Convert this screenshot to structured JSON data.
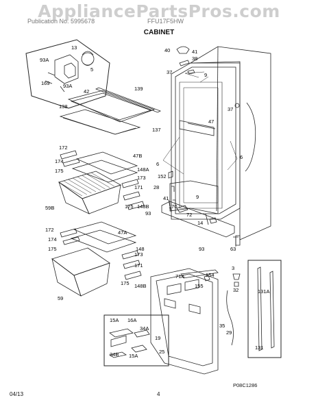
{
  "watermark": "AppliancePartsPros.com",
  "header": {
    "left": "Publication No. 5995678",
    "right": "FFU17F5HW"
  },
  "title": "CABINET",
  "figure_id": "P08C1286",
  "footer": {
    "date": "04/13",
    "page": "4"
  },
  "callouts": [
    "13",
    "40",
    "41",
    "38",
    "93A",
    "5",
    "169",
    "93A",
    "139",
    "42",
    "37",
    "9",
    "138",
    "37",
    "47",
    "137",
    "172",
    "47B",
    "174",
    "148A",
    "175",
    "152",
    "28",
    "6",
    "6",
    "173",
    "41",
    "59B",
    "148B",
    "171",
    "170",
    "175",
    "93",
    "72",
    "9",
    "14",
    "172",
    "47A",
    "174",
    "148",
    "175",
    "173",
    "93",
    "63",
    "171",
    "3",
    "175",
    "148B",
    "71A",
    "154",
    "32",
    "59",
    "155",
    "131A",
    "15A",
    "16A",
    "34A",
    "19",
    "35",
    "29",
    "34B",
    "25",
    "15A",
    "131"
  ]
}
